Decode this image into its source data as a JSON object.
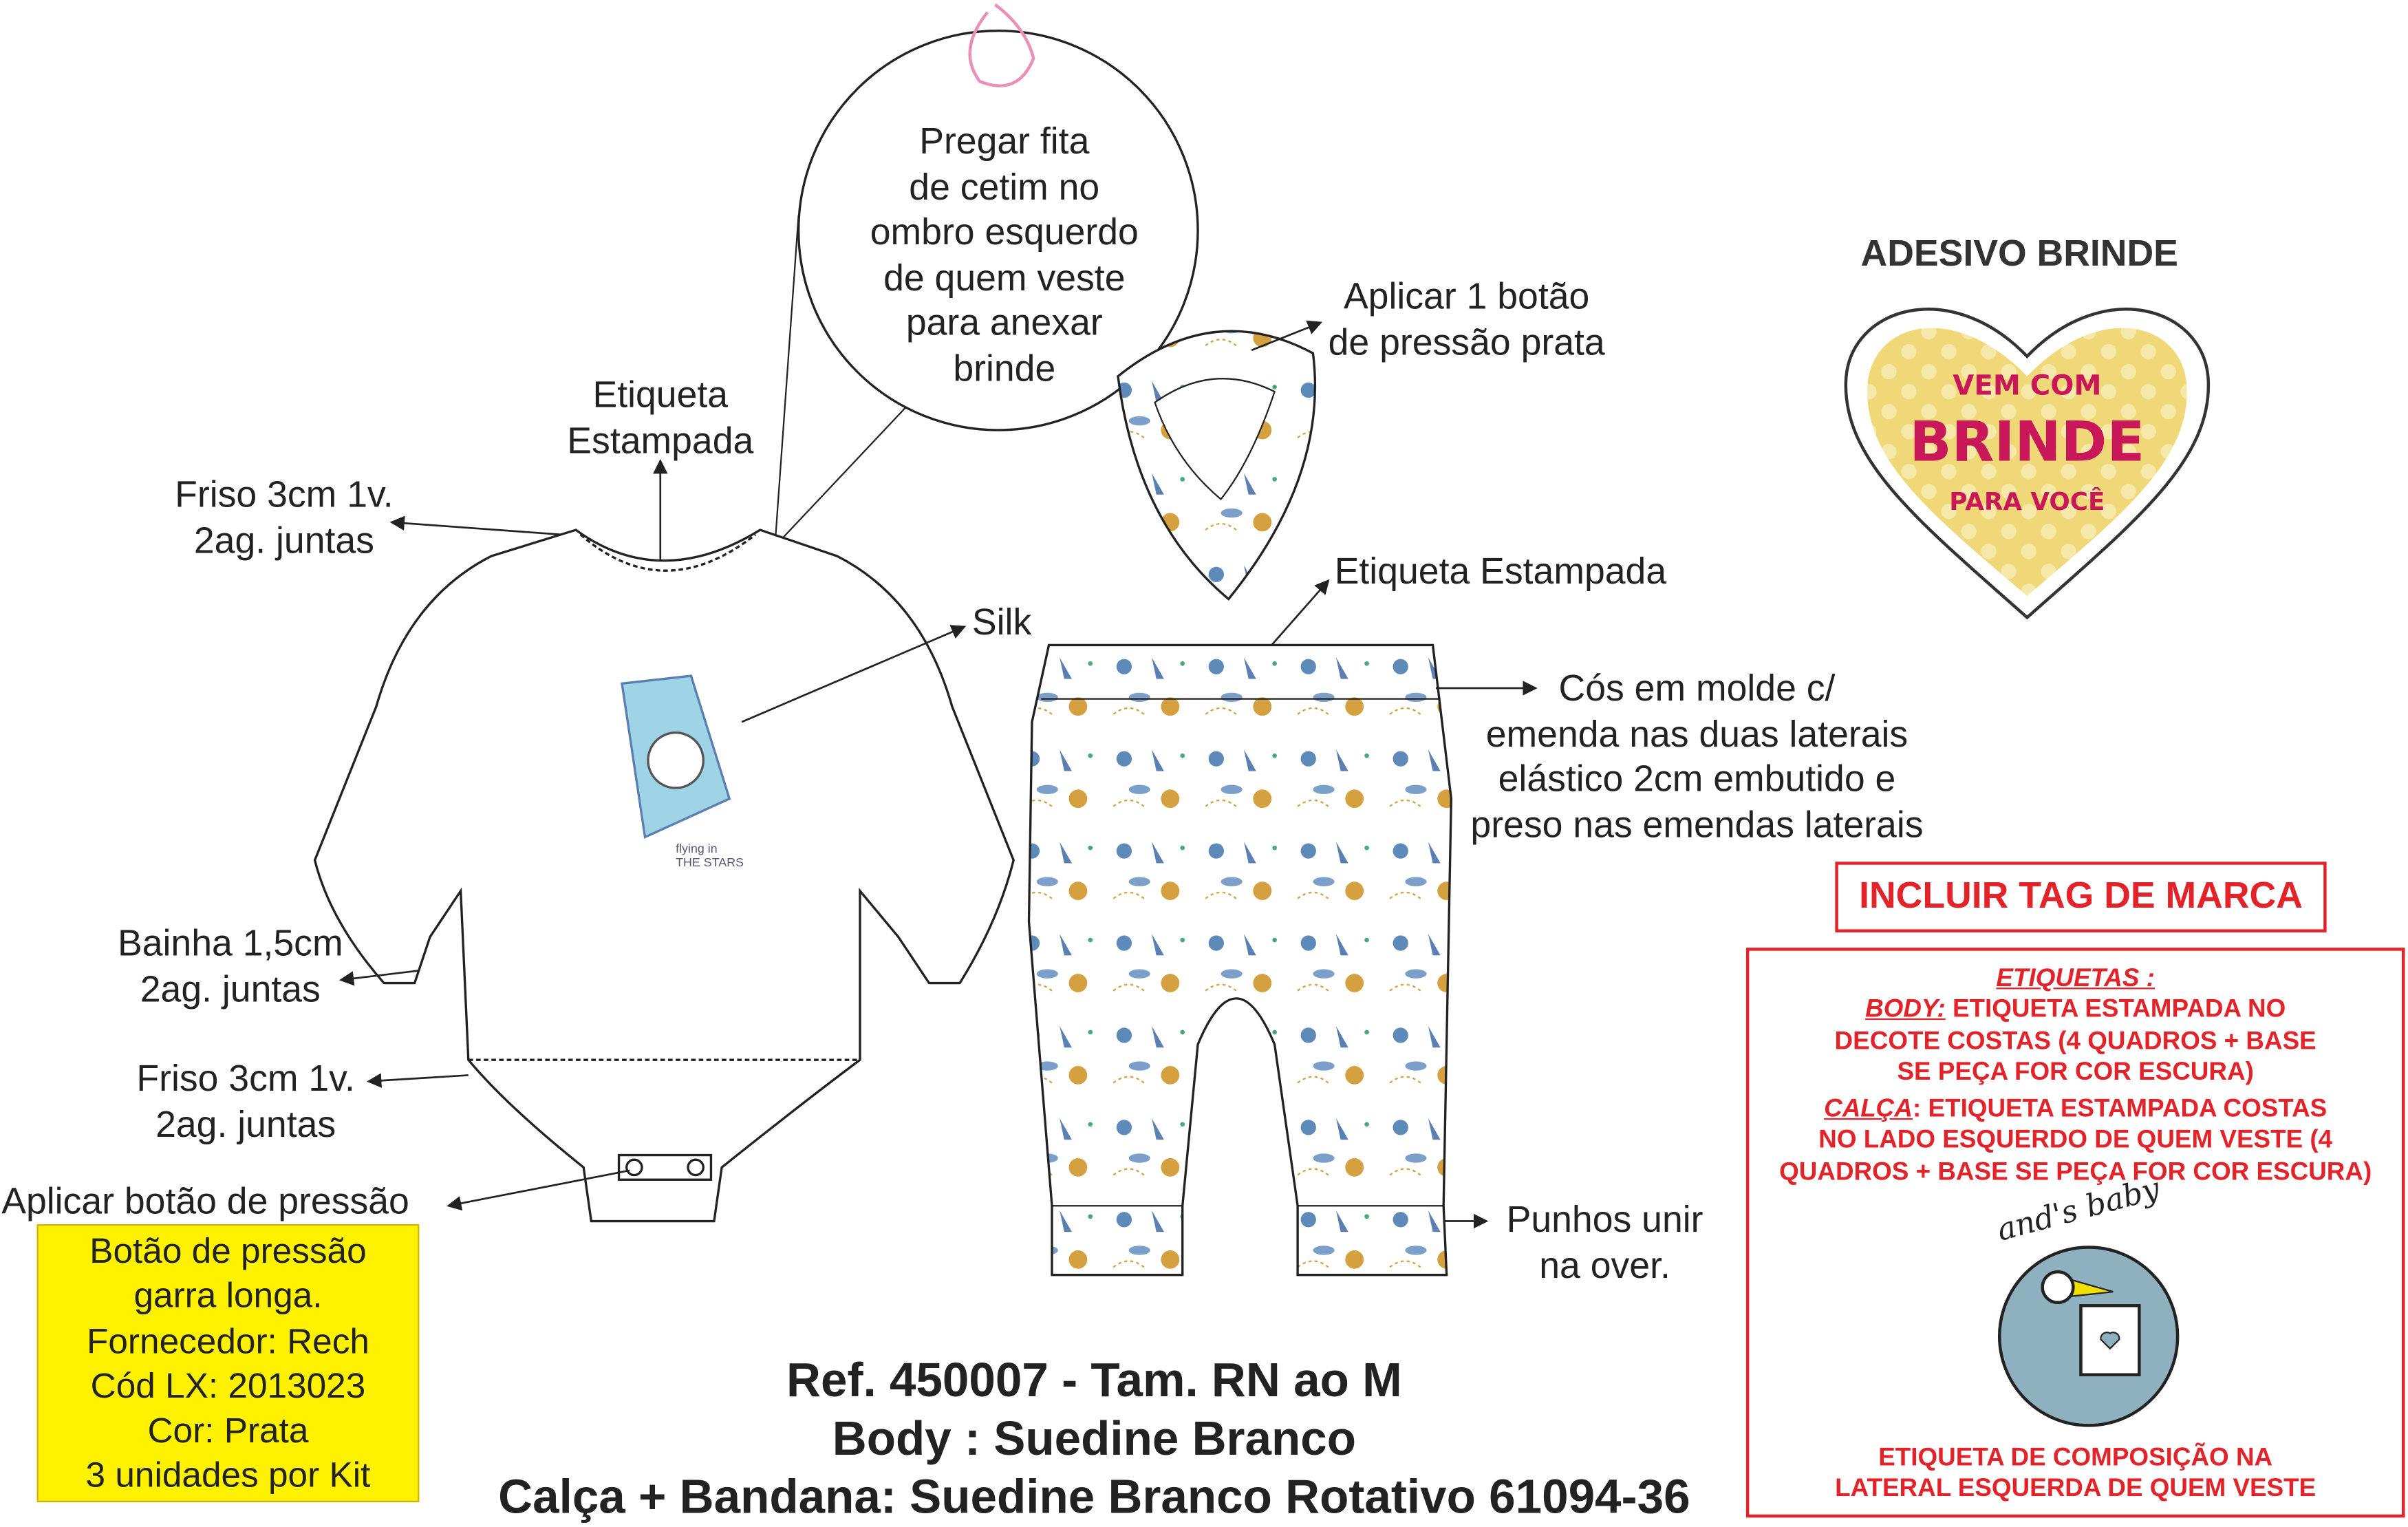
{
  "callouts": {
    "ribbon": [
      "Pregar fita",
      "de cetim no",
      "ombro esquerdo",
      "de quem veste",
      "para anexar",
      "brinde"
    ],
    "etiqueta_body": [
      "Etiqueta",
      "Estampada"
    ],
    "friso_top": [
      "Friso 3cm 1v.",
      "2ag. juntas"
    ],
    "silk": "Silk",
    "bainha": [
      "Bainha 1,5cm",
      "2ag. juntas"
    ],
    "friso_bottom": [
      "Friso 3cm 1v.",
      "2ag. juntas"
    ],
    "botao_body": "Aplicar botão de pressão",
    "botao_bandana": [
      "Aplicar 1 botão",
      "de pressão prata"
    ],
    "etiqueta_calca": "Etiqueta Estampada",
    "cos": [
      "Cós em molde c/",
      "emenda nas duas laterais",
      "elástico 2cm embutido e",
      "preso nas emendas laterais"
    ],
    "punhos": [
      "Punhos unir",
      "na over."
    ],
    "print_text": [
      "flying in",
      "THE STARS"
    ]
  },
  "supplier_box": [
    "Botão de pressão",
    "garra longa.",
    "Fornecedor: Rech",
    "Cód LX: 2013023",
    "Cor: Prata",
    "3 unidades por Kit"
  ],
  "reference": [
    "Ref. 450007 - Tam. RN ao M",
    "Body : Suedine Branco",
    "Calça + Bandana: Suedine Branco Rotativo 61094-36"
  ],
  "sticker": {
    "title": "ADESIVO BRINDE",
    "lines": [
      "VEM COM",
      "BRINDE",
      "PARA VOCÊ"
    ]
  },
  "tag_note": "INCLUIR TAG DE MARCA",
  "labels_box": {
    "title": "ETIQUETAS :",
    "body_label": "BODY:",
    "body_text": [
      " ETIQUETA ESTAMPADA NO",
      "DECOTE COSTAS (4 QUADROS + BASE",
      "SE PEÇA FOR COR ESCURA)"
    ],
    "calca_label": "CALÇA",
    "calca_text": [
      ": ETIQUETA ESTAMPADA COSTAS",
      "NO LADO ESQUERDO DE QUEM VESTE (4",
      "QUADROS + BASE SE PEÇA FOR COR ESCURA)"
    ],
    "brand": "and's baby",
    "composition": [
      "ETIQUETA DE COMPOSIÇÃO NA",
      "LATERAL ESQUERDA DE QUEM VESTE"
    ]
  },
  "colors": {
    "red": "#e2232a",
    "yellow": "#fff200",
    "heart": "#f0d878",
    "pink": "#c8185a",
    "logo": "#8fb0bf"
  }
}
